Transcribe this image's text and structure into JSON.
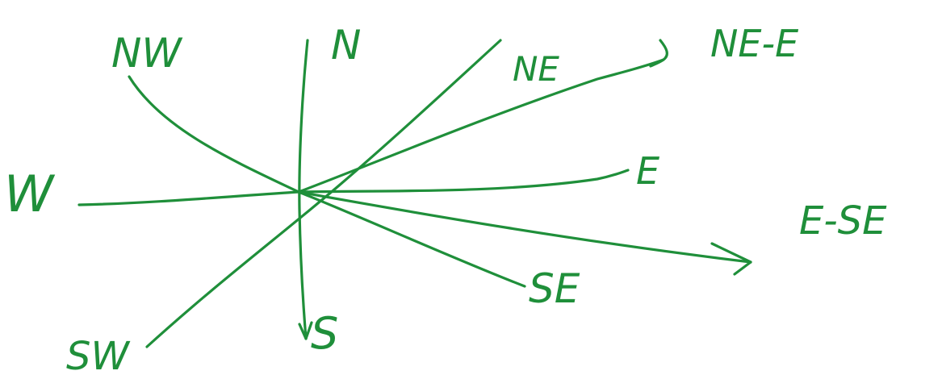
{
  "diagram": {
    "ink_color": "#1f8f3a",
    "background": "#ffffff",
    "labels": {
      "n": "N",
      "nw": "NW",
      "ne": "NE",
      "ne_e": "NE-E",
      "w": "W",
      "e": "E",
      "e_se": "E-SE",
      "se": "SE",
      "sw": "SW",
      "s": "S"
    }
  }
}
